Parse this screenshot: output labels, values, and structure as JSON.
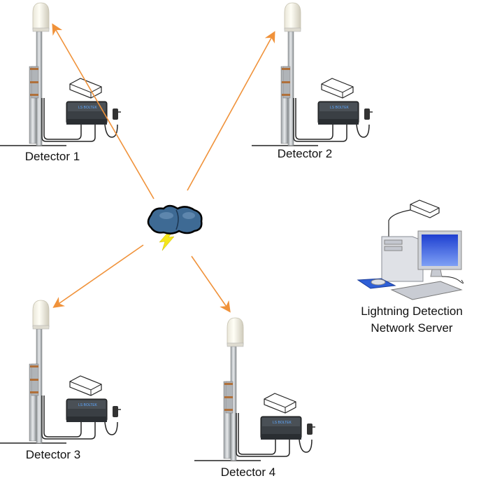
{
  "detectors": [
    {
      "label": "Detector 1"
    },
    {
      "label": "Detector 2"
    },
    {
      "label": "Detector 3"
    },
    {
      "label": "Detector 4"
    }
  ],
  "server": {
    "line1": "Lightning Detection",
    "line2": "Network Server"
  },
  "colors": {
    "arrow": "#f0923a",
    "cloud": "#3e6a94",
    "bolt": "#f4e61a",
    "screen": "#3a64e0"
  },
  "icons": [
    "antenna-icon",
    "receiver-box-icon",
    "network-switch-icon",
    "power-adapter-icon",
    "storm-cloud-icon",
    "lightning-bolt-icon",
    "computer-icon"
  ]
}
